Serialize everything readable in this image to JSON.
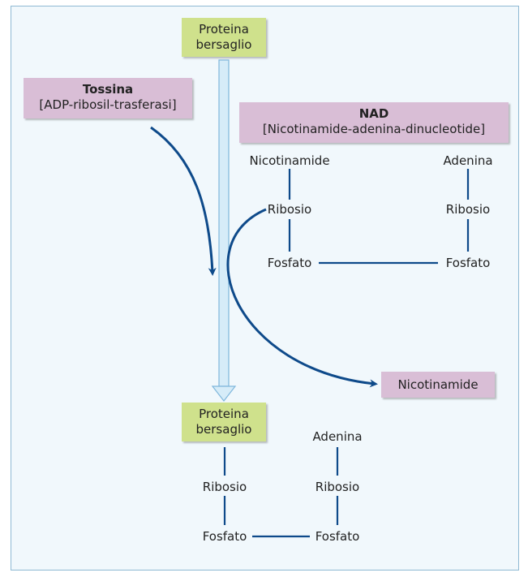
{
  "target_top": {
    "line1": "Proteina",
    "line2": "bersaglio"
  },
  "toxin": {
    "title": "Tossina",
    "subtitle": "[ADP-ribosil-trasferasi]"
  },
  "nad": {
    "title": "NAD",
    "subtitle": "[Nicotinamide-adenina-dinucleotide]",
    "left": {
      "top": "Nicotinamide",
      "mid": "Ribosio",
      "bottom": "Fosfato"
    },
    "right": {
      "top": "Adenina",
      "mid": "Ribosio",
      "bottom": "Fosfato"
    }
  },
  "released": {
    "label": "Nicotinamide"
  },
  "product": {
    "target": {
      "line1": "Proteina",
      "line2": "bersaglio"
    },
    "left": {
      "mid": "Ribosio",
      "bottom": "Fosfato"
    },
    "right": {
      "top": "Adenina",
      "mid": "Ribosio",
      "bottom": "Fosfato"
    }
  },
  "colors": {
    "green_box": "#cfe18c",
    "purple_box": "#d9bed6",
    "arrow": "#0e4a8a",
    "frame_bg": "#f1f8fc",
    "frame_border": "#8fb9d3"
  }
}
